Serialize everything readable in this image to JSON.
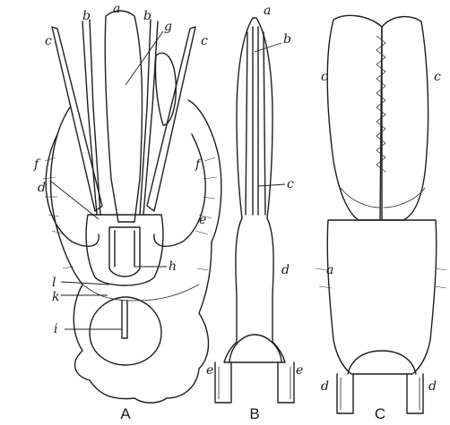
{
  "figure": {
    "panels": [
      {
        "caption": "A",
        "labels": {
          "a": "a",
          "b1": "b",
          "b2": "b",
          "c1": "c",
          "c2": "c",
          "g": "g",
          "f1": "f",
          "f2": "f",
          "d": "d",
          "e": "e",
          "h": "h",
          "l": "l",
          "k": "k",
          "i": "i"
        }
      },
      {
        "caption": "B",
        "labels": {
          "a": "a",
          "b": "b",
          "c": "c",
          "d": "d",
          "e1": "e",
          "e2": "e"
        }
      },
      {
        "caption": "C",
        "labels": {
          "c1": "c",
          "c2": "c",
          "a": "a",
          "d1": "d",
          "d2": "d"
        }
      }
    ]
  }
}
